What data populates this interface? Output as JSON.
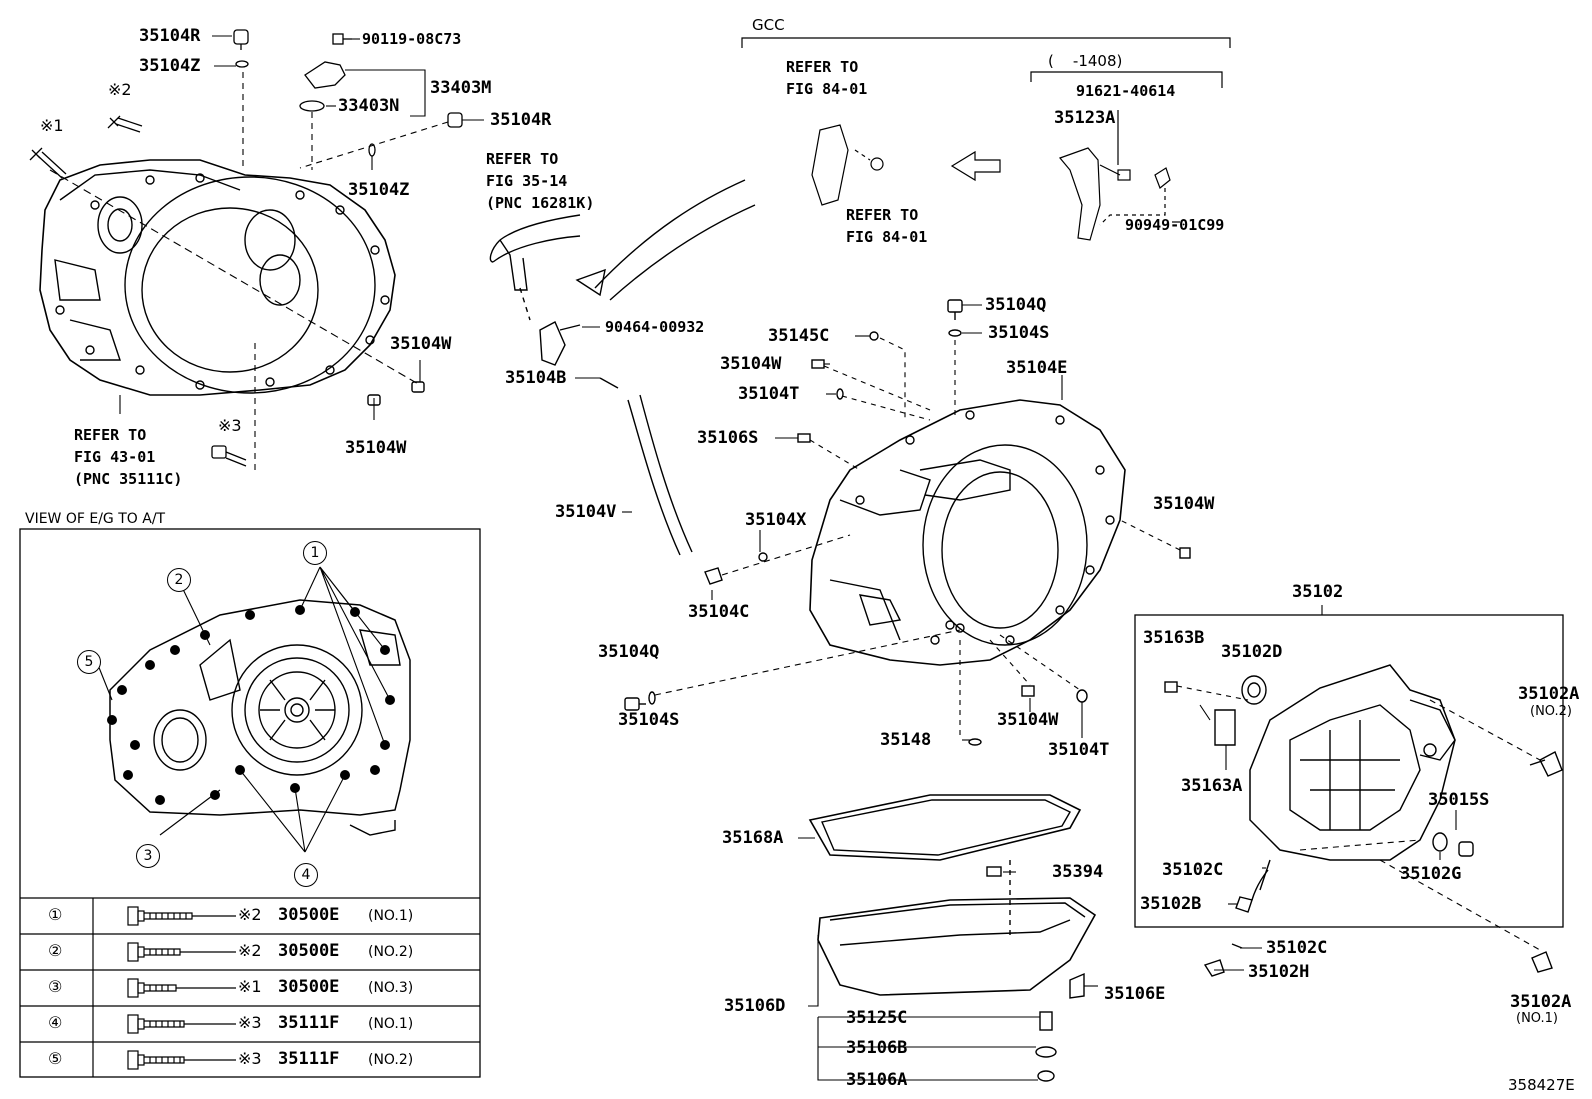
{
  "figure_code": "358427E",
  "gcc_label": "GCC",
  "date_range": "(    -1408)",
  "view_title": "VIEW OF E/G TO A/T",
  "refs": {
    "fig_35_14": "REFER TO\nFIG 35-14\n(PNC 16281K)",
    "fig_84_01_a": "REFER TO\nFIG 84-01",
    "fig_84_01_b": "REFER TO\nFIG 84-01",
    "fig_43_01": "REFER TO\nFIG 43-01\n(PNC 35111C)"
  },
  "marks": {
    "m1": "※1",
    "m2": "※2",
    "m3": "※3"
  },
  "parts": {
    "p35104R_a": "35104R",
    "p35104Z_a": "35104Z",
    "p90119": "90119-08C73",
    "p33403M": "33403M",
    "p33403N": "33403N",
    "p35104R_b": "35104R",
    "p35104Z_b": "35104Z",
    "p35104W_a": "35104W",
    "p35104W_b": "35104W",
    "p90464": "90464-00932",
    "p35104B": "35104B",
    "p35104V": "35104V",
    "p35104X": "35104X",
    "p35104C": "35104C",
    "p35104Q_a": "35104Q",
    "p35104S_a": "35104S",
    "p35104Q_b": "35104Q",
    "p35104S_b": "35104S",
    "p35145C": "35145C",
    "p35104W_c": "35104W",
    "p35104T_a": "35104T",
    "p35106S": "35106S",
    "p35104E": "35104E",
    "p35104W_d": "35104W",
    "p35148": "35148",
    "p35104W_e": "35104W",
    "p35104T_b": "35104T",
    "p91621": "91621-40614",
    "p35123A": "35123A",
    "p90949": "90949-01C99",
    "p35102": "35102",
    "p35163B": "35163B",
    "p35102D": "35102D",
    "p35102A_a": "35102A",
    "p35163A": "35163A",
    "p35015S": "35015S",
    "p35102C_a": "35102C",
    "p35102G": "35102G",
    "p35102B": "35102B",
    "p35102C_b": "35102C",
    "p35102H": "35102H",
    "p35102A_b": "35102A",
    "p35168A": "35168A",
    "p35394": "35394",
    "p35106D": "35106D",
    "p35106E": "35106E",
    "p35125C": "35125C",
    "p35106B": "35106B",
    "p35106A": "35106A"
  },
  "no2_label": "(NO.2)",
  "no1_label": "(NO.1)",
  "callouts": [
    "1",
    "2",
    "3",
    "4",
    "5"
  ],
  "bolt_table": [
    {
      "index": "①",
      "mark": "※2",
      "code": "30500E",
      "note": "(NO.1)"
    },
    {
      "index": "②",
      "mark": "※2",
      "code": "30500E",
      "note": "(NO.2)"
    },
    {
      "index": "③",
      "mark": "※1",
      "code": "30500E",
      "note": "(NO.3)"
    },
    {
      "index": "④",
      "mark": "※3",
      "code": "35111F",
      "note": "(NO.1)"
    },
    {
      "index": "⑤",
      "mark": "※3",
      "code": "35111F",
      "note": "(NO.2)"
    }
  ]
}
